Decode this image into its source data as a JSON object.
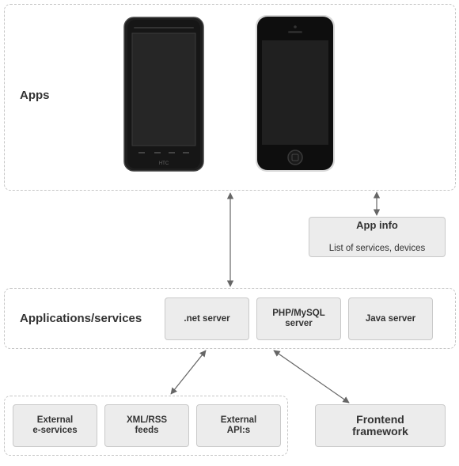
{
  "zones": {
    "apps": {
      "label": "Apps"
    },
    "services": {
      "label": "Applications/services"
    },
    "sources": {
      "label": ""
    }
  },
  "devices": [
    {
      "name": "HTC smartphone",
      "brand": "HTC"
    },
    {
      "name": "iPhone",
      "brand": ""
    }
  ],
  "app_info": {
    "title": "App info",
    "subtitle": "List of services, devices"
  },
  "servers": [
    {
      "label": ".net server"
    },
    {
      "label": "PHP/MySQL\nserver"
    },
    {
      "label": "Java server"
    }
  ],
  "sources": [
    {
      "label": "External\ne-services"
    },
    {
      "label": "XML/RSS\nfeeds"
    },
    {
      "label": "External\nAPI:s"
    }
  ],
  "frontend": {
    "label": "Frontend\nframework"
  },
  "colors": {
    "box_fill": "#ececec",
    "box_border": "#c9c9c9",
    "zone_border": "#c6c6c6",
    "arrow": "#666666",
    "phone_body": "#1c1c1c"
  }
}
